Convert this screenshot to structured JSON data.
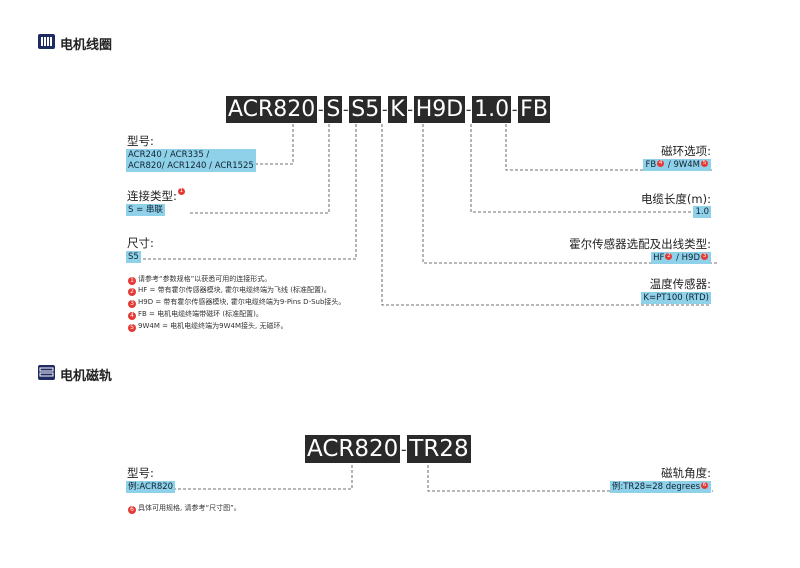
{
  "motor_coil": {
    "title": "电机线圈",
    "code_segments": [
      "ACR820",
      "S",
      "S5",
      "K",
      "H9D",
      "1.0",
      "FB"
    ],
    "separator": "-",
    "fields_left": [
      {
        "label": "型号:",
        "values": [
          "ACR240 / ACR335 /",
          "ACR820/ ACR1240 / ACR1525"
        ]
      },
      {
        "label": "连接类型:",
        "badge": "1",
        "values": [
          "S = 串联"
        ]
      },
      {
        "label": "尺寸:",
        "values": [
          "S5"
        ]
      }
    ],
    "fields_right": [
      {
        "label": "磁环选项:",
        "value_parts": [
          "FB",
          "4",
          " / 9W4M",
          "5"
        ]
      },
      {
        "label": "电缆长度(m):",
        "value": "1.0"
      },
      {
        "label": "霍尔传感器选配及出线类型:",
        "value_parts": [
          "HF",
          "2",
          " / H9D",
          "3"
        ]
      },
      {
        "label": "温度传感器:",
        "value": "K=PT100 (RTD)"
      }
    ],
    "notes": [
      {
        "badge": "1",
        "text": "请参考“参数规格”以获悉可用的连接形式。"
      },
      {
        "badge": "2",
        "text": "HF = 带有霍尔传感器模块, 霍尔电缆终端为飞线 (标准配置)。"
      },
      {
        "badge": "3",
        "text": "H9D = 带有霍尔传感器模块, 霍尔电缆终端为9-Pins D-Sub接头。"
      },
      {
        "badge": "4",
        "text": "FB = 电机电缆终端带磁环 (标准配置)。"
      },
      {
        "badge": "5",
        "text": "9W4M = 电机电缆终端为9W4M接头, 无磁环。"
      }
    ]
  },
  "motor_magnet_track": {
    "title": "电机磁轨",
    "code_segments": [
      "ACR820",
      "TR28"
    ],
    "separator": "-",
    "field_left": {
      "label": "型号:",
      "value": "例:ACR820"
    },
    "field_right": {
      "label": "磁轨角度:",
      "value": "例:TR28=28 degrees",
      "badge": "6"
    },
    "note": {
      "badge": "6",
      "text": "具体可用规格, 请参考“尺寸图”。"
    }
  },
  "colors": {
    "accent_icon": "#1f2b63",
    "highlight": "#8fd1e8",
    "badge": "#e53935",
    "code_bg": "#2a2a2a"
  },
  "icons": [
    "coil-icon",
    "track-icon"
  ]
}
